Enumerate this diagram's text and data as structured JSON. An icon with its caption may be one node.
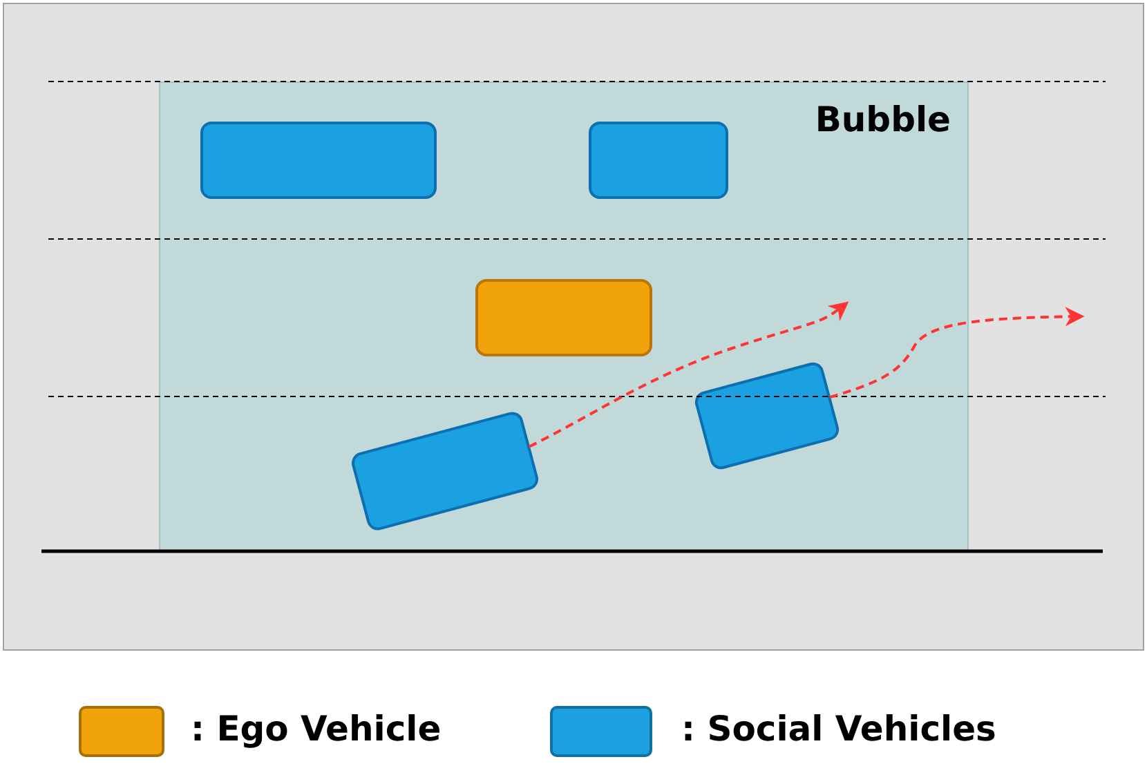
{
  "diagram": {
    "nodes": [
      {
        "text": [
          "Bubble"
        ]
      },
      {
        "text": [],
        "shape": "box",
        "in": 0
      },
      {
        "text": [],
        "shape": "box",
        "in": 0
      },
      {
        "text": [],
        "shape": "box",
        "in": 0
      },
      {
        "text": [],
        "shape": "box",
        "in": 0
      },
      {
        "text": [],
        "shape": "box",
        "in": 0
      }
    ],
    "edges": [
      {
        "from": 4,
        "to": null,
        "arrow": "to",
        "style": "dashed",
        "color": "#ff3333"
      },
      {
        "from": 5,
        "to": null,
        "arrow": "to",
        "style": "dashed",
        "color": "#ff3333"
      }
    ],
    "legend": [
      {
        "text": ": Ego Vehicle",
        "color": "#f0a30a"
      },
      {
        "text": ": Social Vehicles",
        "color": "#1ba1e2"
      }
    ]
  }
}
